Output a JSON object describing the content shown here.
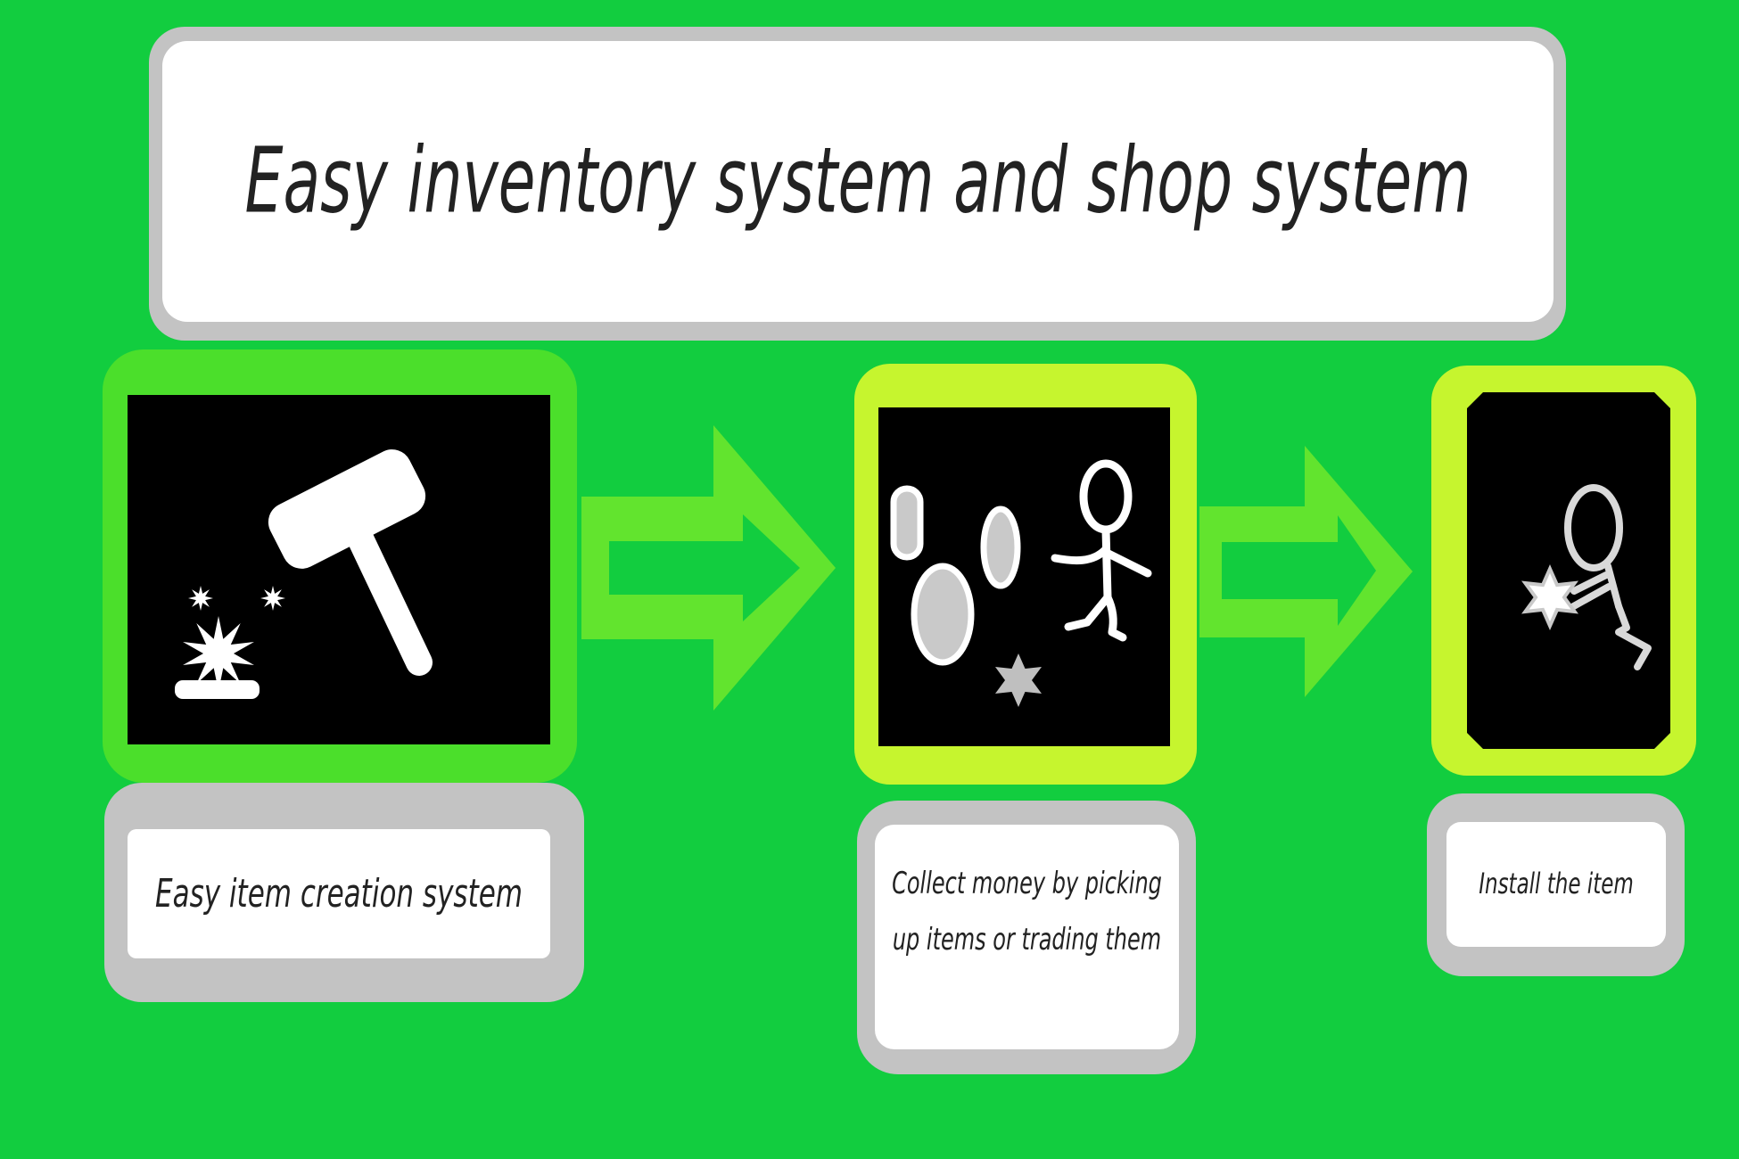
{
  "title": "Easy inventory system and shop system",
  "steps": [
    {
      "id": 1,
      "icon": "hammer-forging-icon",
      "caption_lines": [
        "Easy item creation system"
      ]
    },
    {
      "id": 2,
      "icon": "coins-and-runner-icon",
      "caption_lines": [
        "Collect money by picking",
        "up items or trading them"
      ]
    },
    {
      "id": 3,
      "icon": "person-holding-star-icon",
      "caption_lines": [
        "Install the item"
      ]
    }
  ],
  "connectors": [
    {
      "id": 1,
      "icon": "right-arrow-icon"
    },
    {
      "id": 2,
      "icon": "right-arrow-icon"
    }
  ],
  "colors": {
    "bg": "#12cd3f",
    "arrow": "#62e42e",
    "border1": "#4bdf2b",
    "border23": "#c6f52e",
    "gray": "#c3c3c3",
    "white": "#ffffff",
    "black": "#000000",
    "text": "#222222",
    "coin": "#c9c9c9",
    "star": "#bfbfbf",
    "figure": "#d9d9d9"
  }
}
